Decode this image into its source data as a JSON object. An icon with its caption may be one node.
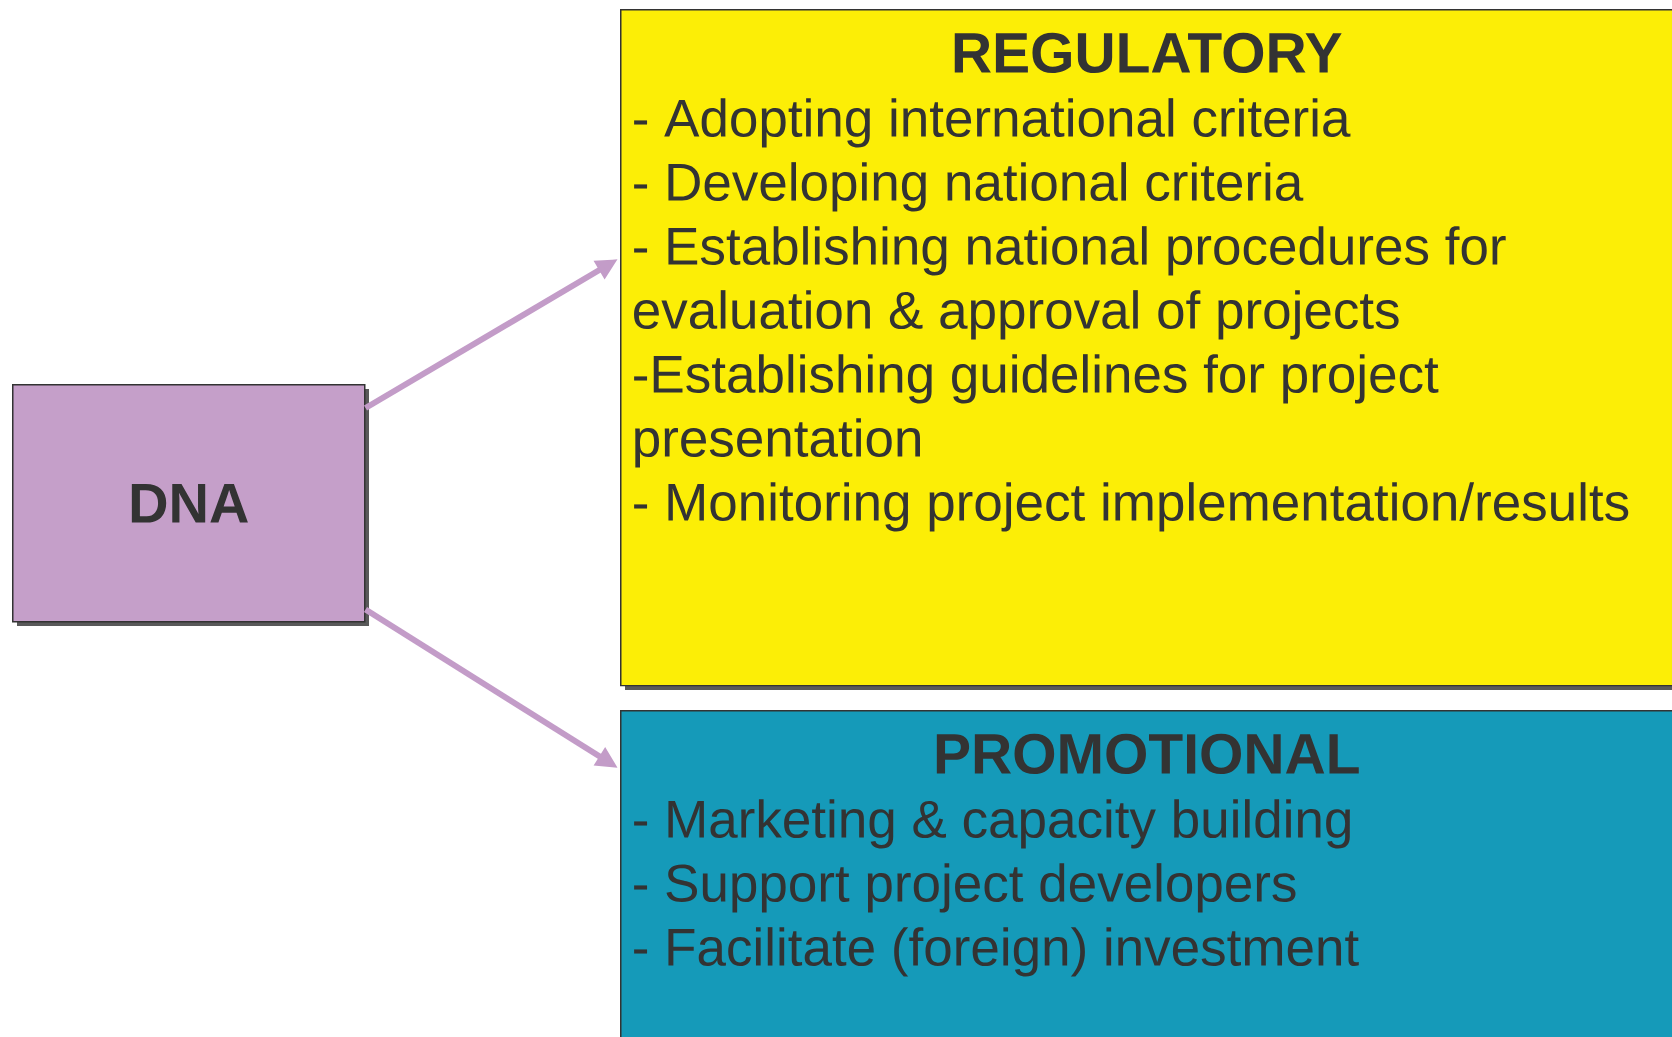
{
  "diagram": {
    "nodes": [
      {
        "text": [
          "DNA"
        ]
      },
      {
        "text": [
          "REGULATORY",
          "- Adopting international criteria",
          "- Developing national criteria",
          "- Establishing national procedures for evaluation & approval of projects",
          "-Establishing guidelines for project presentation",
          "- Monitoring project implementation/results"
        ]
      },
      {
        "text": [
          "PROMOTIONAL",
          "- Marketing & capacity building",
          "- Support project developers",
          "- Facilitate (foreign) investment"
        ]
      }
    ],
    "edges": [
      {
        "from": 0,
        "to": 1,
        "arrow": "to"
      },
      {
        "from": 0,
        "to": 2,
        "arrow": "to"
      }
    ]
  }
}
